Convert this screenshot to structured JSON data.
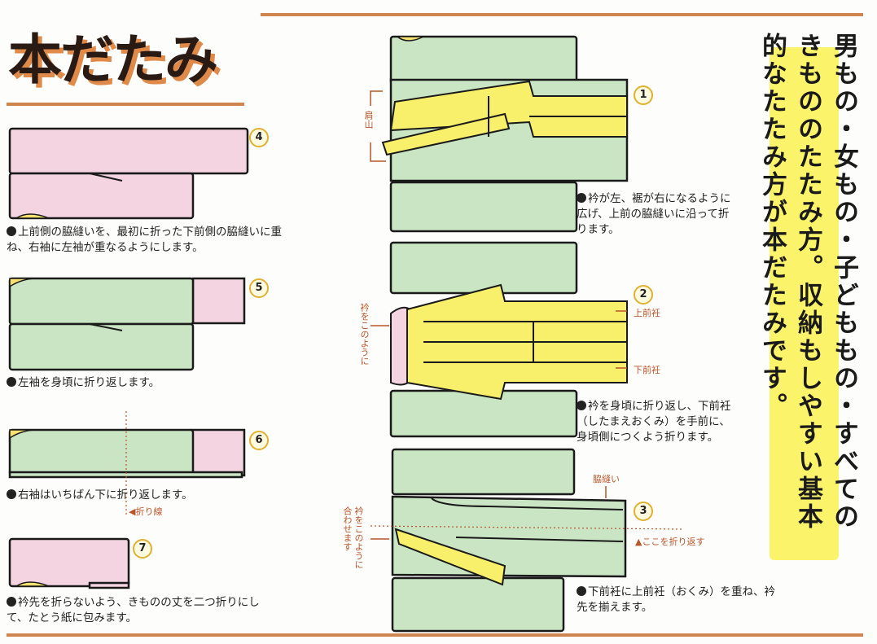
{
  "title": "本だたみ",
  "intro": [
    "男もの・女もの・子どももの・すべての",
    "きもののたたみ方。収納もしやすい基本",
    "的なたたみ方が本だたみです。"
  ],
  "steps": [
    {
      "num": "1",
      "caption": "衿が左、裾が右になるように広げ、上前の脇縫いに沿って折ります。",
      "labels": [
        "肩山"
      ]
    },
    {
      "num": "2",
      "caption": "衿を身頃に折り返し、下前衽（したまえおくみ）を手前に、身頃側につくよう折ります。",
      "labels": [
        "衿をこのように",
        "上前衽",
        "下前衽"
      ]
    },
    {
      "num": "3",
      "caption": "下前衽に上前衽（おくみ）を重ね、衿先を揃えます。",
      "labels": [
        "合わせます",
        "衿をこのように",
        "脇縫い",
        "▲ここを折り返す"
      ]
    },
    {
      "num": "4",
      "caption": "上前側の脇縫いを、最初に折った下前側の脇縫いに重ね、右袖に左袖が重なるようにします。"
    },
    {
      "num": "5",
      "caption": "左袖を身頃に折り返します。"
    },
    {
      "num": "6",
      "caption": "右袖はいちばん下に折り返します。",
      "labels": [
        "◀折り線"
      ]
    },
    {
      "num": "7",
      "caption": "衿先を折らないよう、きものの丈を二つ折りにして、たとう紙に包みます。"
    }
  ],
  "colors": {
    "green": "#c9e5c3",
    "pink": "#f3d4e0",
    "yellow": "#f8f06a",
    "accent": "#d08550"
  }
}
